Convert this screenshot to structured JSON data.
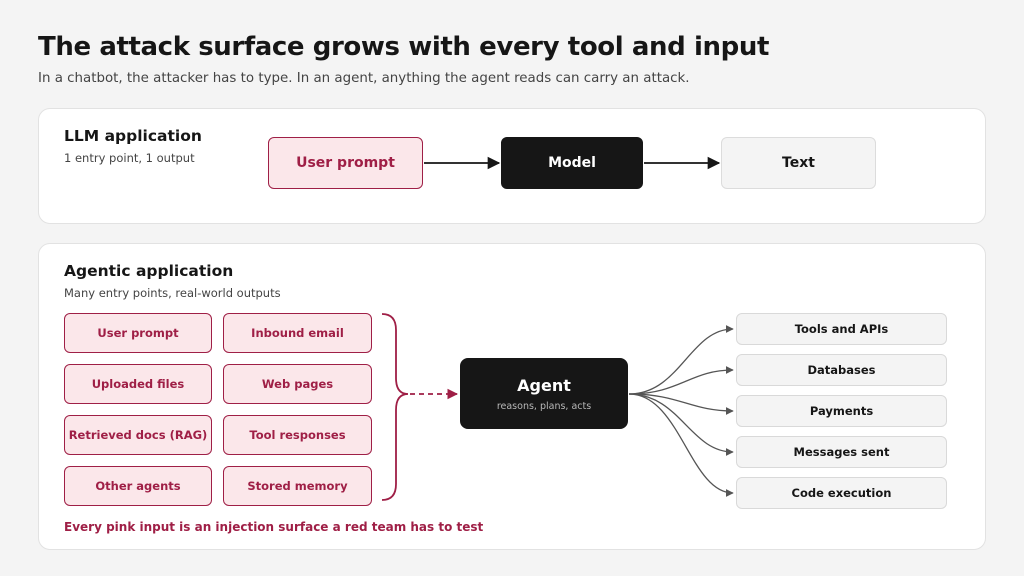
{
  "header": {
    "title": "The attack surface grows with every tool and input",
    "subtitle": "In a chatbot, the attacker has to type. In an agent, anything the agent reads can carry an attack."
  },
  "llm_panel": {
    "title": "LLM application",
    "subtitle": "1 entry point, 1 output",
    "input": "User prompt",
    "model": "Model",
    "output": "Text"
  },
  "agent_panel": {
    "title": "Agentic application",
    "subtitle": "Many entry points, real-world outputs",
    "inputs": [
      "User prompt",
      "Inbound email",
      "Uploaded files",
      "Web pages",
      "Retrieved docs (RAG)",
      "Tool responses",
      "Other agents",
      "Stored memory"
    ],
    "agent_label": "Agent",
    "agent_sub": "reasons, plans, acts",
    "outputs": [
      "Tools and APIs",
      "Databases",
      "Payments",
      "Messages sent",
      "Code execution"
    ],
    "footnote": "Every pink input is an injection surface a red team has to test"
  },
  "colors": {
    "accent": "#9f1f46",
    "pink_fill": "#fbe7ea",
    "dark": "#161616",
    "output_fill": "#f4f4f4",
    "background": "#f4f4f4"
  }
}
